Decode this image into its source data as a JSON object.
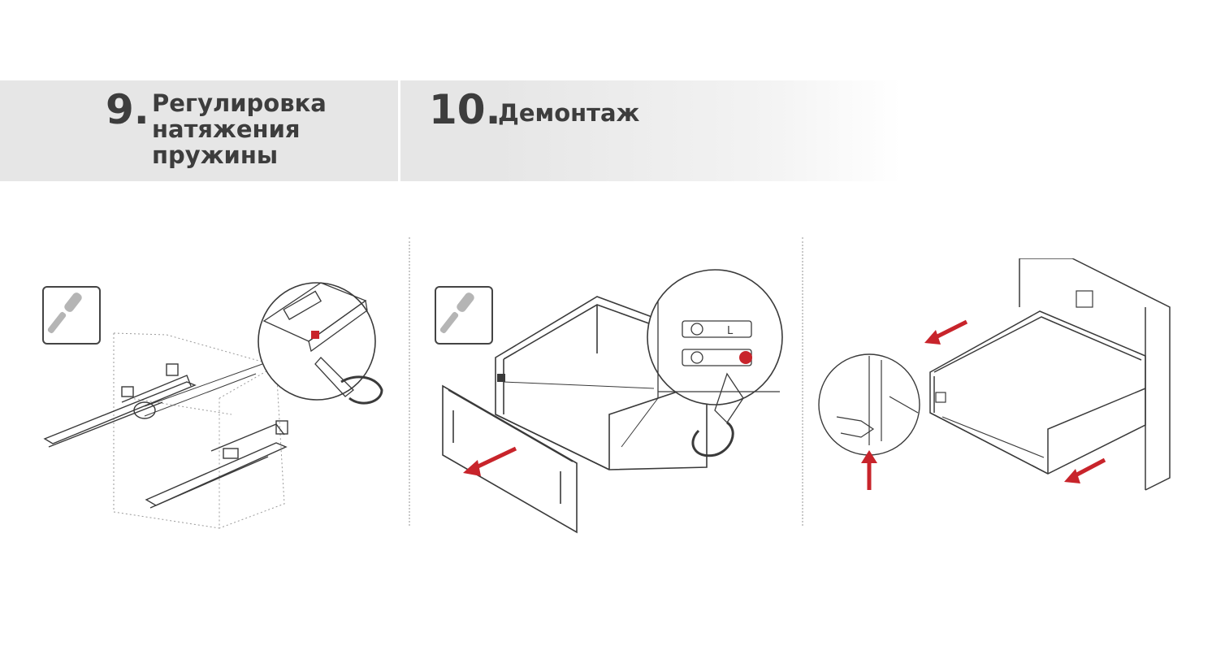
{
  "colors": {
    "header_band": "#e6e6e6",
    "heading_text": "#3d3d3d",
    "arrow_red": "#c8242b",
    "line_art": "#3a3a3a",
    "tool_icon": "#b5b5b5"
  },
  "steps": [
    {
      "number": "9.",
      "title": "Регулировка\nнатяжения\nпружины"
    },
    {
      "number": "10.",
      "title": "Демонтаж"
    }
  ],
  "icons": {
    "tool_icon_1": "screwdriver-icon",
    "tool_icon_2": "screwdriver-icon"
  },
  "detail": {
    "side_marker": "L"
  }
}
